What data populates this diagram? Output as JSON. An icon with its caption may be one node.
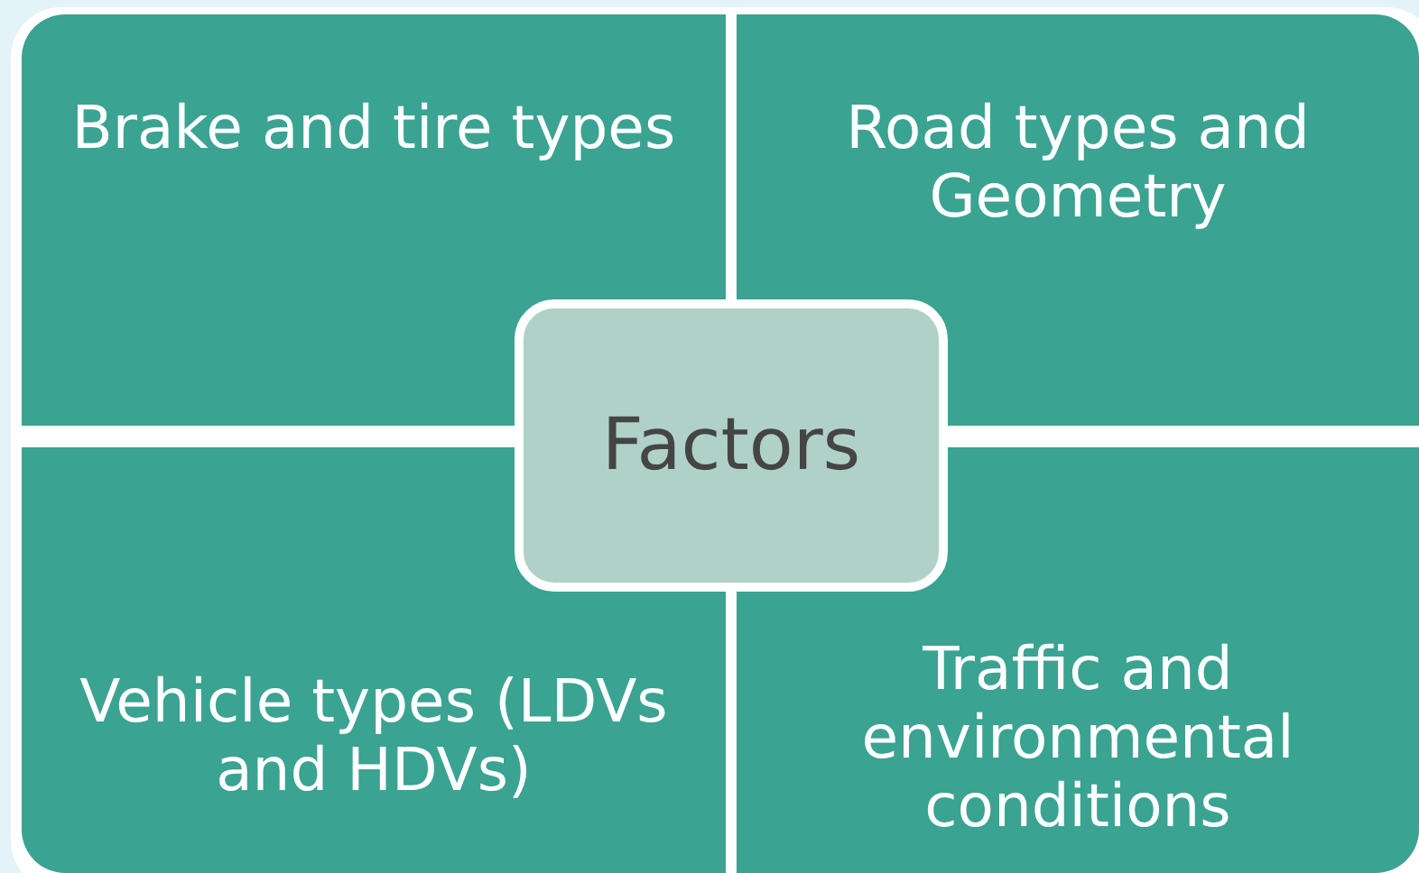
{
  "diagram": {
    "nodes": [
      {
        "text": [
          "Brake and tire types"
        ]
      },
      {
        "text": [
          "Road types and Geometry"
        ]
      },
      {
        "text": [
          "Factors"
        ]
      },
      {
        "text": [
          "Vehicle types (LDVs and HDVs)"
        ]
      },
      {
        "text": [
          "Traffic and environmental conditions"
        ]
      }
    ]
  }
}
